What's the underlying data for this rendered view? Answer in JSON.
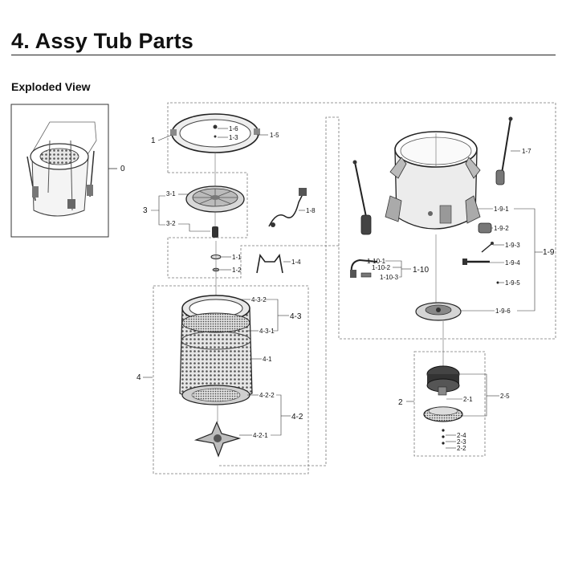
{
  "page": {
    "title": "4.  Assy Tub Parts",
    "subtitle": "Exploded View"
  },
  "labels": {
    "p0": "0",
    "p1": "1",
    "p1_1": "1-1",
    "p1_2": "1-2",
    "p1_3": "1-3",
    "p1_4": "1-4",
    "p1_5": "1-5",
    "p1_6": "1-6",
    "p1_7": "1-7",
    "p1_8": "1-8",
    "p1_9": "1-9",
    "p1_9_1": "1-9-1",
    "p1_9_2": "1-9-2",
    "p1_9_3": "1-9-3",
    "p1_9_4": "1-9-4",
    "p1_9_5": "1-9-5",
    "p1_9_6": "1-9-6",
    "p1_10": "1-10",
    "p1_10_1": "1-10-1",
    "p1_10_2": "1-10-2",
    "p1_10_3": "1-10-3",
    "p2": "2",
    "p2_1": "2-1",
    "p2_2": "2-2",
    "p2_3": "2-3",
    "p2_4": "2-4",
    "p2_5": "2-5",
    "p3": "3",
    "p3_1": "3-1",
    "p3_2": "3-2",
    "p4": "4",
    "p4_1": "4-1",
    "p4_2": "4-2",
    "p4_2_1": "4-2-1",
    "p4_2_2": "4-2-2",
    "p4_3": "4-3",
    "p4_3_1": "4-3-1",
    "p4_3_2": "4-3-2"
  }
}
